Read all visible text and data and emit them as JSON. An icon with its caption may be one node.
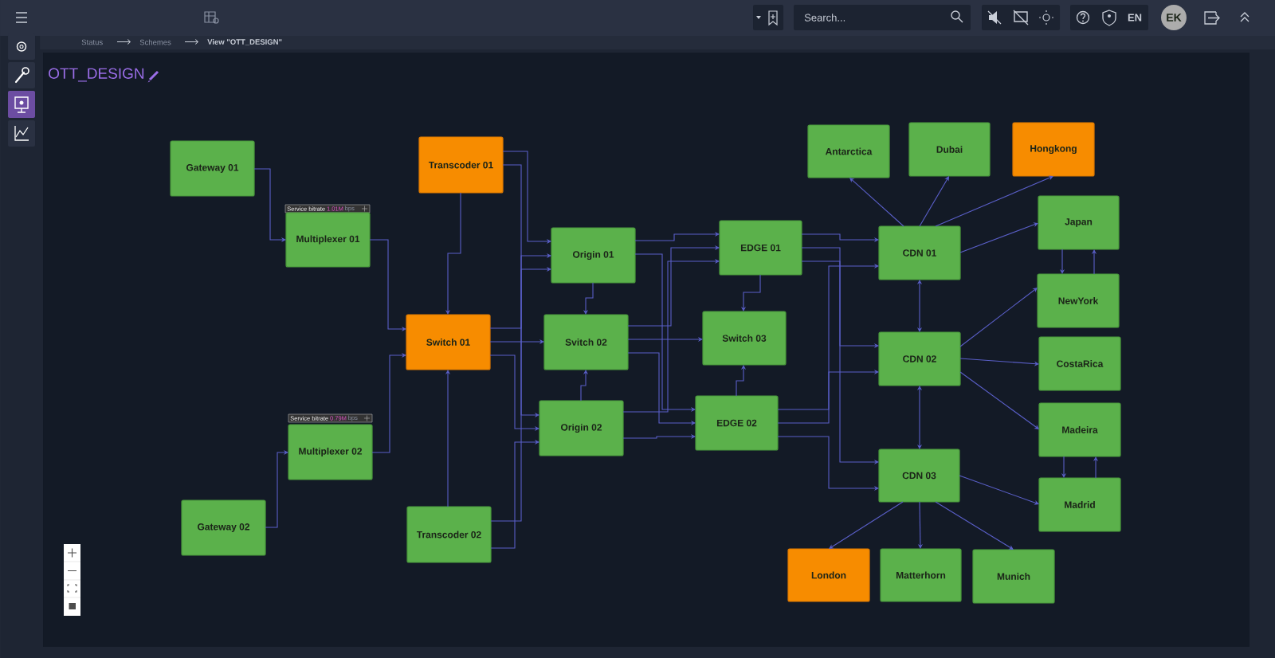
{
  "diagram": {
    "title": "OTT_DESIGN",
    "nodes": [
      {
        "text": [
          "Gateway 01"
        ]
      },
      {
        "text": [
          "Multiplexer 01"
        ],
        "beside": [
          "Service bitrate",
          "1.01M",
          "bps"
        ]
      },
      {
        "text": [
          "Transcoder 01"
        ]
      },
      {
        "text": [
          "Switch 01"
        ]
      },
      {
        "text": [
          "Multiplexer 02"
        ],
        "beside": [
          "Service bitrate",
          "0.79M",
          "bps"
        ]
      },
      {
        "text": [
          "Gateway 02"
        ]
      },
      {
        "text": [
          "Transcoder 02"
        ]
      },
      {
        "text": [
          "Origin 01"
        ]
      },
      {
        "text": [
          "Svitch 02"
        ]
      },
      {
        "text": [
          "Origin 02"
        ]
      },
      {
        "text": [
          "EDGE 01"
        ]
      },
      {
        "text": [
          "Switch 03"
        ]
      },
      {
        "text": [
          "EDGE 02"
        ]
      },
      {
        "text": [
          "Antarctica"
        ]
      },
      {
        "text": [
          "Dubai"
        ]
      },
      {
        "text": [
          "Hongkong"
        ]
      },
      {
        "text": [
          "Japan"
        ]
      },
      {
        "text": [
          "CDN 01"
        ]
      },
      {
        "text": [
          "NewYork"
        ]
      },
      {
        "text": [
          "CDN 02"
        ]
      },
      {
        "text": [
          "CostaRica"
        ]
      },
      {
        "text": [
          "Madeira"
        ]
      },
      {
        "text": [
          "CDN 03"
        ]
      },
      {
        "text": [
          "Madrid"
        ]
      },
      {
        "text": [
          "London"
        ]
      },
      {
        "text": [
          "Matterhorn"
        ]
      },
      {
        "text": [
          "Munich"
        ]
      }
    ],
    "edges": [
      {
        "from": 0,
        "to": 1,
        "arrow": "to"
      },
      {
        "from": 1,
        "to": 3,
        "arrow": "to"
      },
      {
        "from": 2,
        "to": 3,
        "arrow": "to"
      },
      {
        "from": 4,
        "to": 3,
        "arrow": "to"
      },
      {
        "from": 5,
        "to": 4,
        "arrow": "to"
      },
      {
        "from": 6,
        "to": 3,
        "arrow": "to"
      },
      {
        "from": 2,
        "to": 7,
        "arrow": "to"
      },
      {
        "from": 2,
        "to": 9,
        "arrow": "to"
      },
      {
        "from": 3,
        "to": 7,
        "arrow": "to"
      },
      {
        "from": 3,
        "to": 8,
        "arrow": "to"
      },
      {
        "from": 3,
        "to": 9,
        "arrow": "to"
      },
      {
        "from": 6,
        "to": 7,
        "arrow": "to"
      },
      {
        "from": 6,
        "to": 9,
        "arrow": "to"
      },
      {
        "from": 7,
        "to": 8,
        "arrow": "to"
      },
      {
        "from": 9,
        "to": 8,
        "arrow": "to"
      },
      {
        "from": 7,
        "to": 10,
        "arrow": "to"
      },
      {
        "from": 7,
        "to": 12,
        "arrow": "to"
      },
      {
        "from": 8,
        "to": 10,
        "arrow": "to"
      },
      {
        "from": 8,
        "to": 11,
        "arrow": "to"
      },
      {
        "from": 8,
        "to": 12,
        "arrow": "to"
      },
      {
        "from": 9,
        "to": 10,
        "arrow": "to"
      },
      {
        "from": 9,
        "to": 12,
        "arrow": "to"
      },
      {
        "from": 10,
        "to": 11,
        "arrow": "to"
      },
      {
        "from": 12,
        "to": 11,
        "arrow": "to"
      },
      {
        "from": 10,
        "to": 17,
        "arrow": "to"
      },
      {
        "from": 10,
        "to": 19,
        "arrow": "to"
      },
      {
        "from": 10,
        "to": 22,
        "arrow": "to"
      },
      {
        "from": 12,
        "to": 17,
        "arrow": "to"
      },
      {
        "from": 12,
        "to": 19,
        "arrow": "to"
      },
      {
        "from": 12,
        "to": 22,
        "arrow": "to"
      },
      {
        "from": 17,
        "to": 13,
        "arrow": "to"
      },
      {
        "from": 17,
        "to": 14,
        "arrow": "to"
      },
      {
        "from": 17,
        "to": 15,
        "arrow": "to"
      },
      {
        "from": 17,
        "to": 16,
        "arrow": "to"
      },
      {
        "from": 17,
        "to": 19,
        "arrow": "both"
      },
      {
        "from": 16,
        "to": 18,
        "arrow": "to"
      },
      {
        "from": 18,
        "to": 16,
        "arrow": "to"
      },
      {
        "from": 19,
        "to": 18,
        "arrow": "to"
      },
      {
        "from": 19,
        "to": 20,
        "arrow": "to"
      },
      {
        "from": 19,
        "to": 21,
        "arrow": "to"
      },
      {
        "from": 19,
        "to": 22,
        "arrow": "both"
      },
      {
        "from": 21,
        "to": 23,
        "arrow": "to"
      },
      {
        "from": 23,
        "to": 21,
        "arrow": "to"
      },
      {
        "from": 22,
        "to": 23,
        "arrow": "to"
      },
      {
        "from": 22,
        "to": 24,
        "arrow": "to"
      },
      {
        "from": 22,
        "to": 25,
        "arrow": "to"
      },
      {
        "from": 22,
        "to": 26,
        "arrow": "to"
      }
    ],
    "labels": [
      "Status",
      "Schemes",
      "View \"OTT_DESIGN\"",
      "Search...",
      "EN",
      "EK"
    ]
  }
}
